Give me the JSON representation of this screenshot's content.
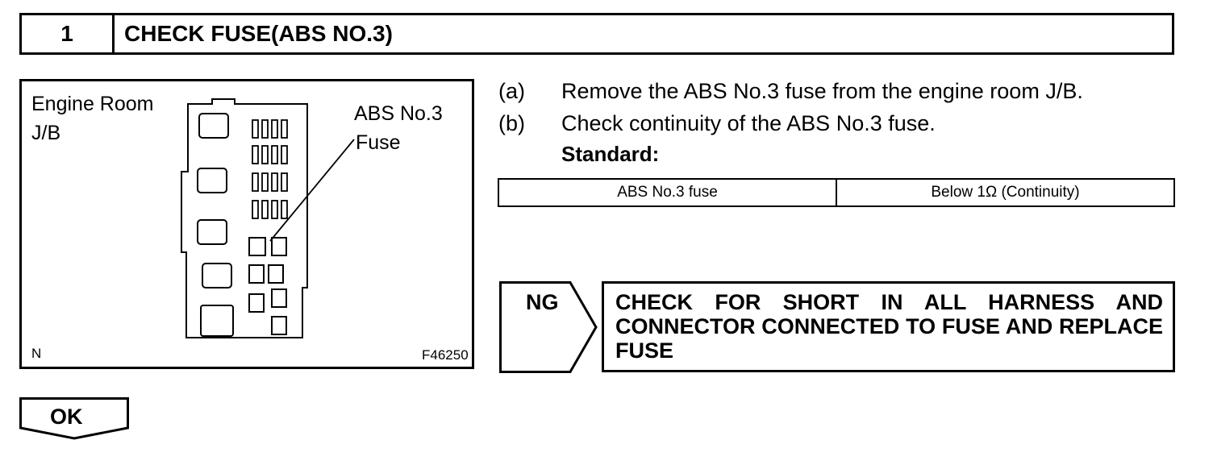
{
  "header": {
    "step_number": "1",
    "title": "CHECK FUSE(ABS NO.3)"
  },
  "diagram": {
    "location_label_line1": "Engine Room",
    "location_label_line2": "J/B",
    "fuse_label_line1": "ABS No.3",
    "fuse_label_line2": "Fuse",
    "corner_mark": "N",
    "figure_code": "F46250"
  },
  "steps": [
    {
      "tag": "(a)",
      "text": "Remove the ABS No.3 fuse from the engine room J/B."
    },
    {
      "tag": "(b)",
      "text": "Check continuity of the ABS No.3 fuse."
    }
  ],
  "standard": {
    "label": "Standard:",
    "item": "ABS No.3 fuse",
    "value": "Below 1Ω (Continuity)"
  },
  "ng": {
    "label": "NG",
    "action": "CHECK FOR SHORT IN ALL HARNESS AND CONNECTOR CONNECTED TO FUSE AND REPLACE FUSE"
  },
  "ok": {
    "label": "OK"
  }
}
